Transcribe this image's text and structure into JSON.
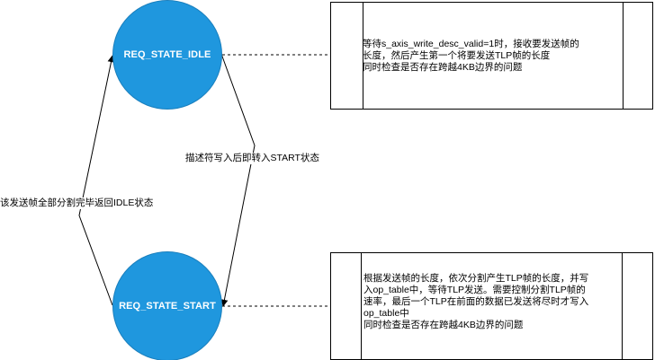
{
  "states": {
    "idle": "REQ_STATE_IDLE",
    "start": "REQ_STATE_START"
  },
  "transitions": {
    "idle_to_start": "描述符写入后即转入START状态",
    "start_to_idle": "该发送帧全部分割完毕返回IDLE状态"
  },
  "notes": {
    "idle": {
      "lines": [
        "等待s_axis_write_desc_valid=1时，接收要发送帧的",
        "长度，然后产生第一个将要发送TLP帧的长度",
        "同时检查是否存在跨越4KB边界的问题"
      ]
    },
    "start": {
      "lines": [
        "根据发送帧的长度，依次分割产生TLP帧的长度，并写",
        "入op_table中，等待TLP发送。需要控制分割TLP帧的",
        "速率，最后一个TLP在前面的数据已发送将尽时才写入",
        "op_table中",
        "同时检查是否存在跨越4KB边界的问题"
      ]
    }
  }
}
